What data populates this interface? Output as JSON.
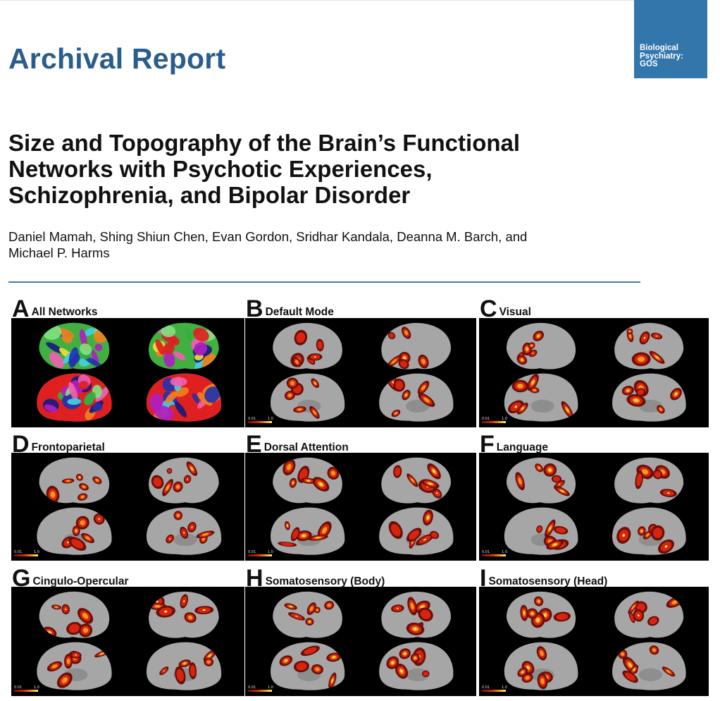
{
  "header": {
    "report_type": "Archival Report",
    "journal_lines": [
      "Biological",
      "Psychiatry:",
      "GOS"
    ]
  },
  "article": {
    "title_lines": [
      "Size and Topography of the Brain’s Functional",
      "Networks with Psychotic Experiences,",
      "Schizophrenia, and Bipolar Disorder"
    ],
    "author_lines": [
      "Daniel Mamah, Shing Shiun Chen, Evan Gordon, Sridhar Kandala, Deanna M. Barch, and",
      "Michael P. Harms"
    ]
  },
  "figure": {
    "colorbar": {
      "min_label": "0.01",
      "max_label": "1.0"
    },
    "colors": {
      "brain_gray": "#a6a6a6",
      "hot_dark": "#6b0f0a",
      "hot_red": "#d8240e",
      "hot_orange": "#f59a1a",
      "hot_yellow": "#fff06a",
      "background": "#000000"
    },
    "panels": [
      {
        "letter": "A",
        "label": "All Networks",
        "style": "multi"
      },
      {
        "letter": "B",
        "label": "Default Mode",
        "style": "hot"
      },
      {
        "letter": "C",
        "label": "Visual",
        "style": "hot"
      },
      {
        "letter": "D",
        "label": "Frontoparietal",
        "style": "hot"
      },
      {
        "letter": "E",
        "label": "Dorsal Attention",
        "style": "hot"
      },
      {
        "letter": "F",
        "label": "Language",
        "style": "hot"
      },
      {
        "letter": "G",
        "label": "Cingulo-Opercular",
        "style": "hot"
      },
      {
        "letter": "H",
        "label": "Somatosensory (Body)",
        "style": "hot"
      },
      {
        "letter": "I",
        "label": "Somatosensory (Head)",
        "style": "hot"
      }
    ]
  }
}
